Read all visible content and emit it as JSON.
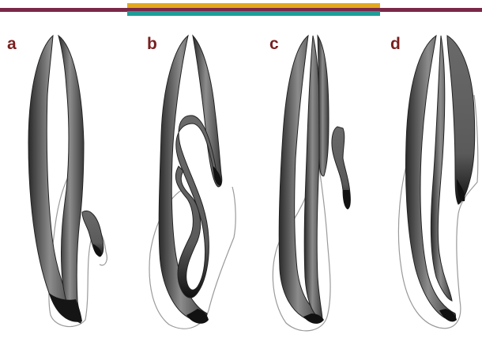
{
  "header": {
    "rule_color": "#7a2848",
    "accent_colors": [
      "#e3a81f",
      "#1d9e97"
    ]
  },
  "panels": [
    {
      "label": "a"
    },
    {
      "label": "b"
    },
    {
      "label": "c"
    },
    {
      "label": "d"
    }
  ],
  "colors": {
    "tooth_dark": "#1a1a1a",
    "tooth_mid": "#8a8a8a",
    "tooth_light": "#c8c8c8",
    "outline": "#9a9a9a",
    "label": "#7a1f1f"
  }
}
